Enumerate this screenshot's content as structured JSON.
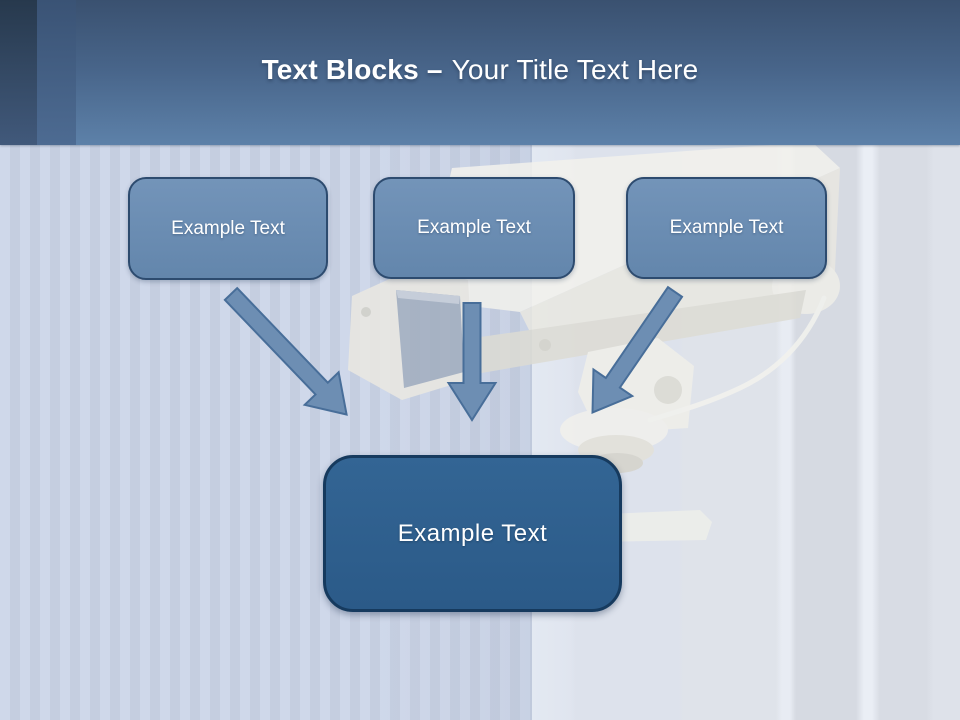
{
  "slide_title": {
    "bold_part": "Text Blocks –",
    "regular_part": "Your Title Text Here"
  },
  "diagram": {
    "source_blocks": [
      {
        "label": "Example Text"
      },
      {
        "label": "Example Text"
      },
      {
        "label": "Example Text"
      }
    ],
    "target_block": {
      "label": "Example Text"
    },
    "connectors": [
      {
        "icon": "arrow-down-right-icon"
      },
      {
        "icon": "arrow-down-icon"
      },
      {
        "icon": "arrow-down-left-icon"
      }
    ]
  },
  "background": {
    "image_label": "security-camera-photo"
  },
  "colors": {
    "header_gradient_top": "#3a5170",
    "header_gradient_bottom": "#5d81a9",
    "accent_band_dark": "#2c3f55",
    "accent_band_medium": "#415c80",
    "block_fill": "#6b8eb4",
    "block_border": "#2d4b6f",
    "target_fill": "#2e5f8f",
    "target_border": "#163a5e",
    "arrow_fill": "#6d8eb3",
    "arrow_outline": "#486e99",
    "title_text": "#ffffff",
    "background_stripe_light": "#cfd8ea",
    "background_stripe_dark": "#c5cee0"
  }
}
